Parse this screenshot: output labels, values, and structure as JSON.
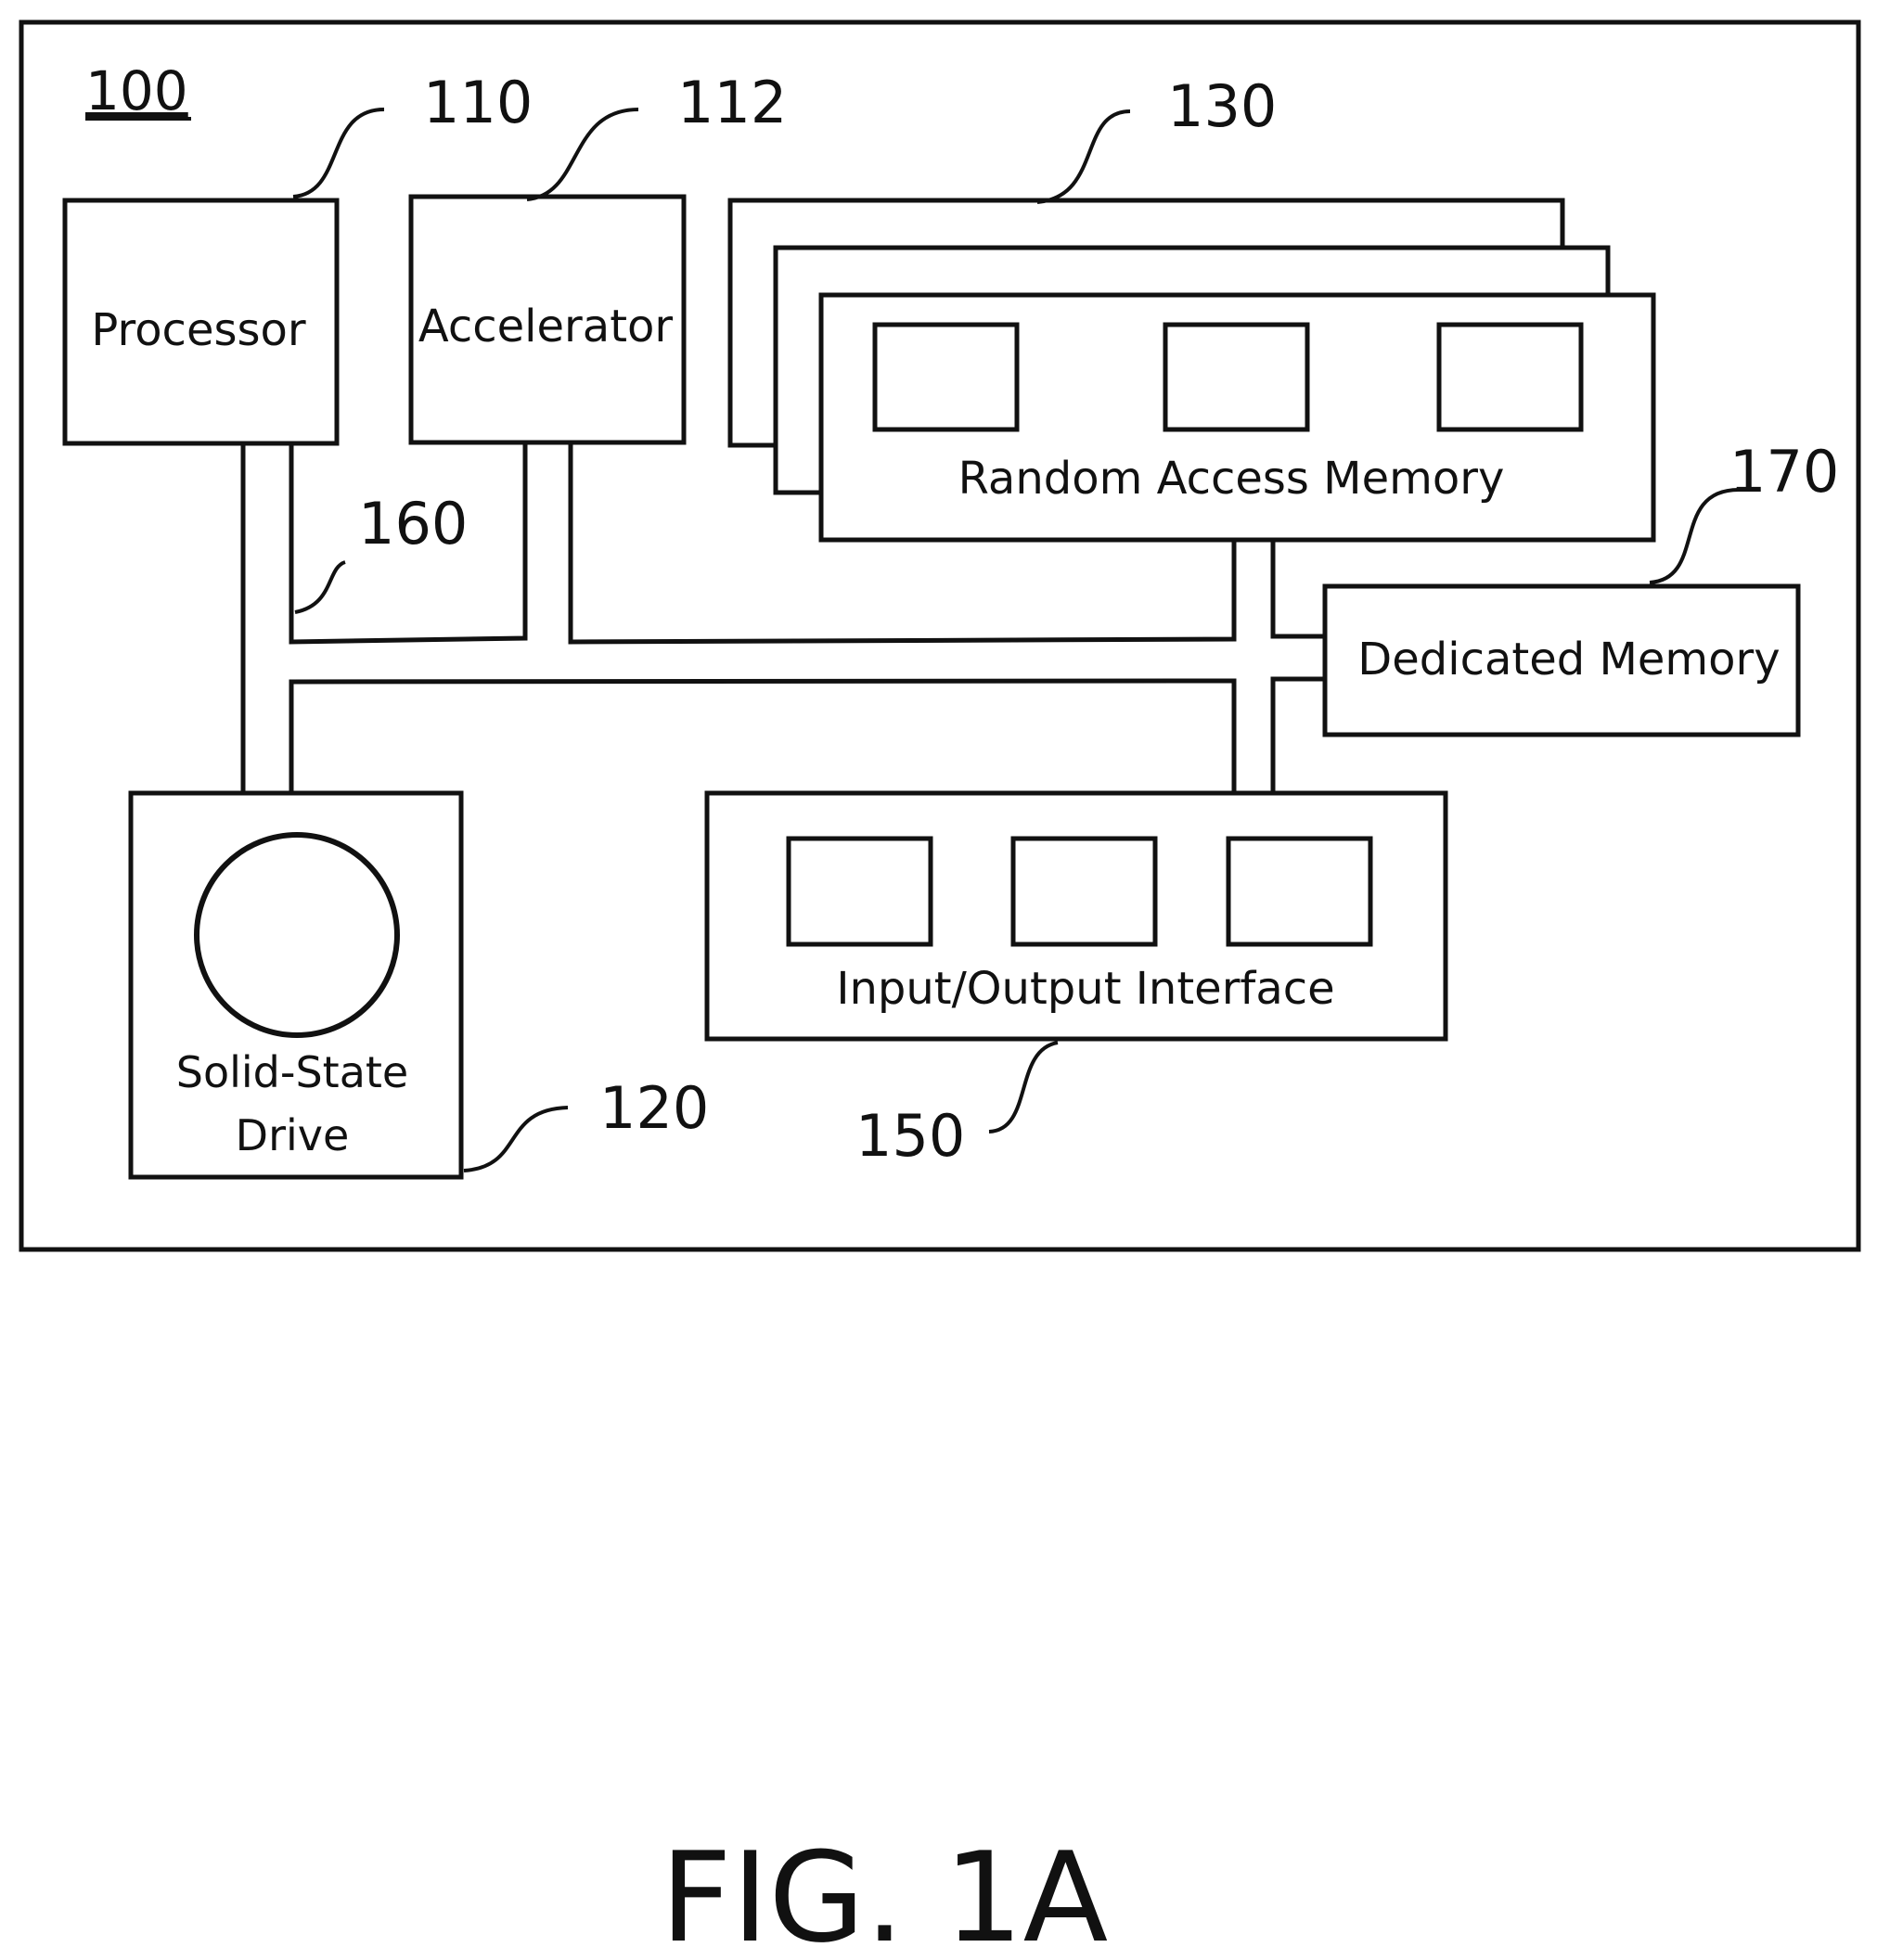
{
  "system": {
    "ref": "100"
  },
  "processor": {
    "label": "Processor",
    "ref": "110"
  },
  "accelerator": {
    "label": "Accelerator",
    "ref": "112"
  },
  "ssd": {
    "label_line1": "Solid-State",
    "label_line2": "Drive",
    "ref": "120"
  },
  "ram": {
    "label": "Random Access Memory",
    "ref": "130"
  },
  "io": {
    "label": "Input/Output Interface",
    "ref": "150"
  },
  "bus": {
    "ref": "160"
  },
  "dedicated_memory": {
    "label": "Dedicated Memory",
    "ref": "170"
  },
  "figure": {
    "caption": "FIG. 1A"
  }
}
